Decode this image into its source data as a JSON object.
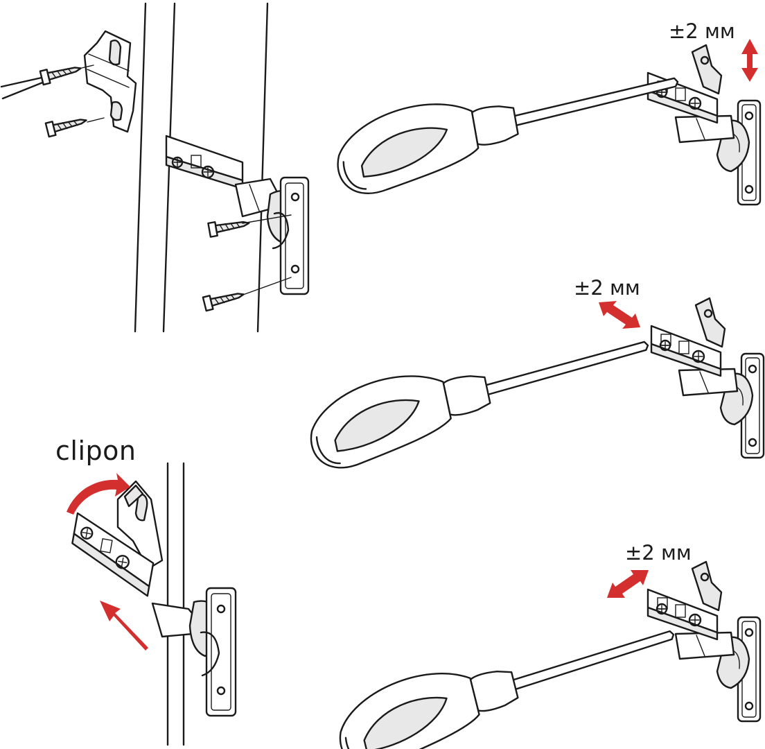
{
  "labels": {
    "clipon": "clipon",
    "adjust_vertical": "±2 мм",
    "adjust_depth": "±2 мм",
    "adjust_side": "±2 мм"
  },
  "colors": {
    "arrow_accent": "#d32f2f",
    "line": "#1a1a1a",
    "background": "#ffffff"
  },
  "icons": {
    "screwdriver": "screwdriver-icon",
    "screw": "screw-icon",
    "hinge": "cabinet-hinge-icon",
    "mounting_plate": "mounting-plate-icon"
  }
}
